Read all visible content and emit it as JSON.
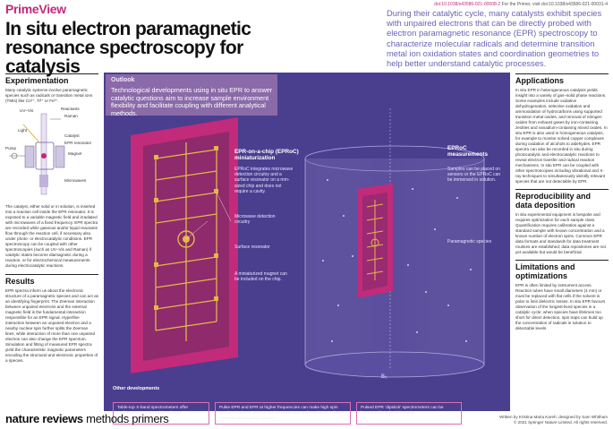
{
  "header": {
    "doi_primary": "doi:10.1038/s43586-021-00008-2",
    "doi_rest": "For the Primer, visit doi:10.1038/s43586-021-00031-4",
    "series_label": "PrimeView",
    "title": "In situ electron paramagnetic resonance spectroscopy for catalysis",
    "intro": "During their catalytic cycle, many catalysts exhibit species with unpaired electrons that can be directly probed with electron paramagnetic resonance (EPR) spectroscopy to characterize molecular radicals and determine transition metal ion oxidation states and coordination geometries to help better understand catalytic processes."
  },
  "experimentation": {
    "heading": "Experimentation",
    "p1": "Many catalytic systems involve paramagnetic species such as radicals or transition metal ions (TMIs) like Co²⁺, Ti³⁺ or Fe³⁺.",
    "figure_labels": {
      "uv_vis": "UV–Vis",
      "reactants": "Reactants",
      "raman": "Raman",
      "light": "Light",
      "catalyst": "Catalyst",
      "epr_resonator": "EPR resonator",
      "pump": "Pump",
      "magnet": "Magnet",
      "microwaves": "Microwaves"
    },
    "p2": "The catalyst, either solid or in solution, is inserted into a reaction cell inside the EPR resonator. It is exposed to a variable magnetic field and irradiated with microwaves of a fixed frequency. EPR spectra are recorded while gaseous and/or liquid reactants flow through the reaction cell, if necessary also under photo- or electrocatalytic conditions. EPR spectroscopy can be coupled with other spectroscopies (such as UV–Vis and Raman) if catalytic states become diamagnetic during a reaction, or for electrochemical measurements during electrocatalytic reactions."
  },
  "results": {
    "heading": "Results",
    "p": "EPR spectra inform us about the electronic structure of a paramagnetic species and can act as an identifying fingerprint. The Zeeman interaction between unpaired electrons and the external magnetic field is the fundamental interaction responsible for an EPR signal. Hyperfine interaction between an unpaired electron and a nearby nuclear spin further splits the Zeeman lines, while interaction of more than one unpaired electron can also change the EPR spectrum. Simulation and fitting of measured EPR spectra yield the characteristic magnetic parameters encoding the structural and electronic properties of a species."
  },
  "outlook": {
    "heading": "Outlook",
    "text": "Technological developments using in situ EPR to answer catalytic questions aim to increase sample environment flexibility and facilitate coupling with different analytical methods."
  },
  "chip": {
    "heading": "EPR-on-a-chip (EPRoC) miniaturization",
    "description": "EPRoC integrates microwave detection circuitry and a surface resonator on a mm-sized chip and does not require a cavity.",
    "label_circuitry": "Microwave detection circuitry",
    "label_resonator": "Surface resonator",
    "label_magnet": "A miniaturized magnet can be included on the chip."
  },
  "measurements": {
    "heading": "EPRoC measurements",
    "description": "Samples can be placed on sensors or the EPRoC can be immersed in solution.",
    "label_species": "Paramagnetic species",
    "field_label": "B₀"
  },
  "other_developments": {
    "heading": "Other developments",
    "boxes": [
      "Table-top X-band spectrometers offer performance comparable to larger instruments.",
      "Pulse EPR and EPR at higher frequencies can make high spin species easier to access and increase spectral resolution to better separate overlapping species.",
      "Pulsed EPR ‘dipstick’ spectrometers can be immersed in a liquid sample."
    ]
  },
  "applications": {
    "heading": "Applications",
    "p": "In situ EPR in heterogeneous catalysis yields insight into a variety of gas–solid phase reactions. Some examples include oxidative dehydrogenation, selective oxidation and ammoxidation of hydrocarbons using supported transition metal oxides, and removal of nitrogen oxides from exhaust gases by iron-containing zeolites and vanadium-containing mixed oxides. In situ EPR is also used in homogeneous catalysis, for example to monitor solved copper complexes during oxidation of alcohols to aldehydes. EPR spectra can also be recorded in situ during photocatalytic and electrocatalytic reactions to reveal electron transfer and radical reaction mechanisms. In situ EPR can be coupled with other spectroscopies including vibrational and X-ray techniques to simultaneously identify relevant species that are not detectable by EPR."
  },
  "reproducibility": {
    "heading": "Reproducibility and data deposition",
    "p": "In situ experimental equipment is bespoke and requires optimization for each sample class. Quantification requires calibration against a standard sample with known concentration and a known number of electron spins. Common EPR data formats and standards for data treatment routines are established; data repositories are not yet available but would be beneficial."
  },
  "limitations": {
    "heading": "Limitations and optimizations",
    "p": "EPR is often limited by instrument access. Reaction tubes have small diameters (4 mm) or must be replaced with flat cells if the solvent is polar to limit dielectric losses. In situ EPR favours observation of the longest-lived species in a catalytic cycle; when species have lifetimes too short for direct detection, spin traps can build up the concentration of radicals in solution to detectable levels."
  },
  "footer": {
    "logo_bold": "nature reviews",
    "logo_light": "methods primers",
    "credit_line1": "Written by Kristina Maria Kareh; designed by Sam Whitham",
    "credit_line2": "© 2021 Springer Nature Limited. All rights reserved."
  },
  "colors": {
    "accent": "#c22a7a",
    "intro_text": "#6a63b4",
    "panel_bg": "#4a3e8f",
    "outlook_tab": "#8a6aa8",
    "chip_gold": "#e2b84a",
    "box_border": "#d96fb6"
  }
}
